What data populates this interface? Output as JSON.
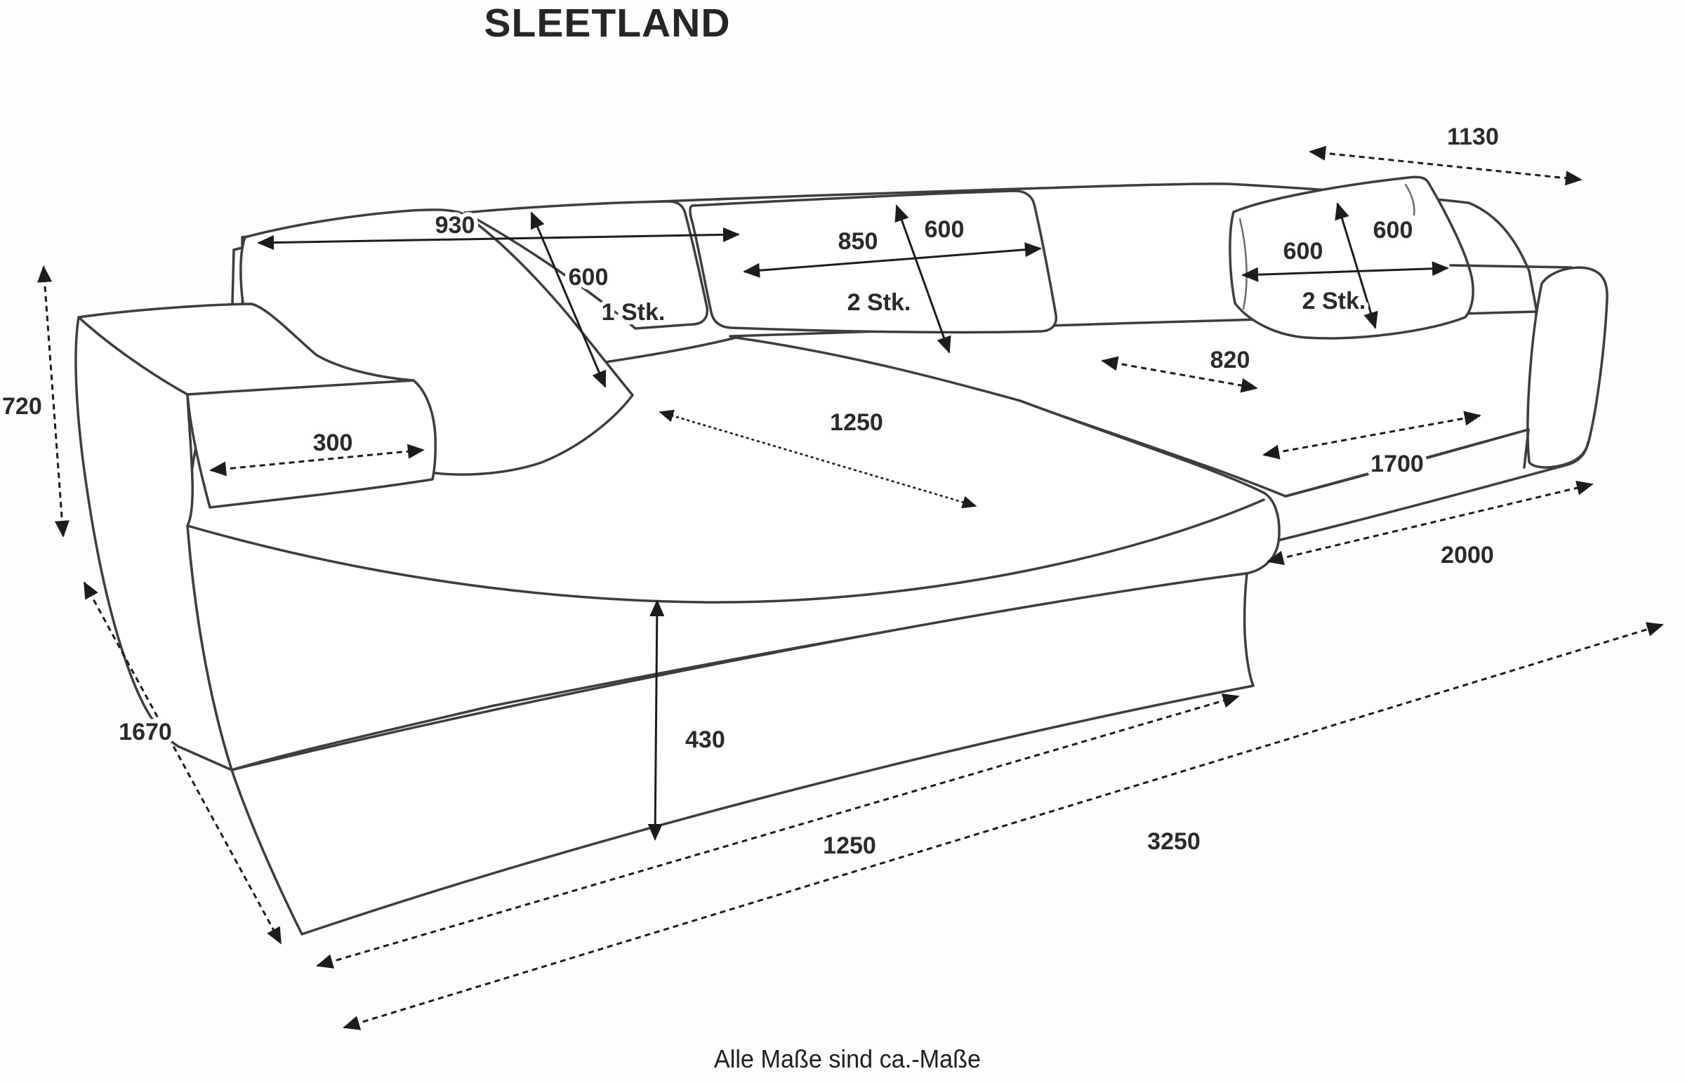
{
  "title": "SLEETLAND",
  "footer_note": "Alle Maße sind ca.-Maße",
  "product": {
    "type": "corner-sofa dimension diagram",
    "unit": "mm"
  },
  "dims": {
    "back_width_right": "1130",
    "pillow_large_width": "930",
    "pillow_large_height": "600",
    "pillow_large_qty": "1 Stk.",
    "back_cushion_width": "850",
    "back_cushion_height": "600",
    "back_cushion_qty": "2 Stk.",
    "pillow_small_width": "600",
    "pillow_small_height": "600",
    "pillow_small_qty": "2 Stk.",
    "seat_depth_right": "820",
    "seat_width_right": "1700",
    "right_section_length": "2000",
    "total_height": "720",
    "armrest_width": "300",
    "chaise_seat_length": "1250",
    "seat_height": "430",
    "chaise_front_width": "1250",
    "total_length": "3250",
    "chaise_depth": "1670"
  }
}
